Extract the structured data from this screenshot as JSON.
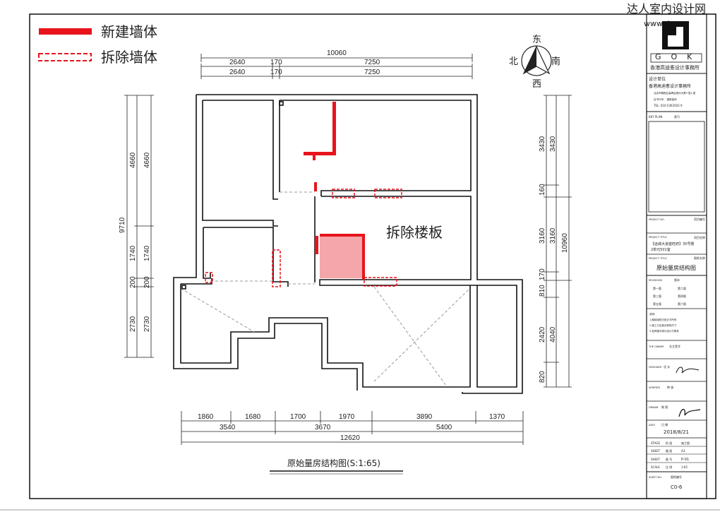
{
  "watermark": {
    "text": "达人室内设计网",
    "url": "www.dr..."
  },
  "legend": {
    "new_wall": "新建墙体",
    "demo_wall": "拆除墙体"
  },
  "compass": {
    "east": "东",
    "west": "西",
    "south": "南",
    "north": "北"
  },
  "annotation": {
    "demo_slab": "拆除楼板"
  },
  "plan_title": "原始量房结构图(S:1:65)",
  "dims": {
    "top_total": "10060",
    "top_row1": [
      "2640",
      "170",
      "7250"
    ],
    "top_row2": [
      "2640",
      "170",
      "7250"
    ],
    "left_total": "9710",
    "left_row": [
      "4660",
      "1740",
      "200",
      "2730"
    ],
    "left_row_b": [
      "4660",
      "1740",
      "200",
      "2730"
    ],
    "right_total": "10960",
    "right_row": [
      "3430",
      "160",
      "3160",
      "170",
      "810",
      "2420",
      "820"
    ],
    "right_row_b": [
      "3430",
      "3160",
      "4040"
    ],
    "bottom_row1": [
      "1860",
      "1680",
      "1700",
      "1970",
      "3890",
      "1370"
    ],
    "bottom_row2": [
      "3540",
      "3670",
      "5400"
    ],
    "bottom_total": "12620"
  },
  "title_block": {
    "logo_letters": "GOK",
    "firm": "香港高迪愙设计事務所",
    "design_unit_label": "设计单位",
    "design_unit": "香港高迪愙设计事務所",
    "address": "北京市朝阳区高碑店爬州大厦9 层A 座",
    "certificate": "证书代号：  建筑装饰",
    "tel": "TEL: 010-5363503 9",
    "key_plan": "KEY PLAN",
    "key_plan_cn": "索引",
    "project_no": "PROJECT NO.",
    "project_no_cn": "项目编号",
    "project_title_label": "PROJECT TITLE",
    "project_title_cn": "项目名称",
    "project_line1": "【远城大道首旺府】35号楼",
    "project_line2": "2单元501室",
    "drawing_title_label": "PROJECT TITLE",
    "drawing_title_cn": "图纸名称",
    "drawing_title": "原始量房结构图",
    "revisions": "REVISIONS",
    "revisions_cn": "版本",
    "rev_rows": [
      [
        "第一版",
        "第二版"
      ],
      [
        "第三版",
        "第四版"
      ],
      [
        "第五版",
        "第六版"
      ]
    ],
    "notes": [
      "说明：",
      "1.图纸版权归设计方所有",
      "2.施工方应核对现场尺寸",
      "3.如有疑问请与设计方联系"
    ],
    "owner_label": "THE OWNER",
    "owner_cn": "业主签字",
    "designer_label": "DESIGNER",
    "designer_cn": "设 计",
    "verified_label": "VERIFIED",
    "verified_cn": "审 核",
    "drawn_label": "DRAWN",
    "drawn_cn": "制 图",
    "date_label": "DATE",
    "date_cn": "日 期",
    "date": "2018/8/21",
    "stage_label": "STAGE",
    "stage_cn": "阶 段",
    "stage": "施工图",
    "sheet_label": "SHEET",
    "sheet_cn": "幅 面",
    "sheet": "A3",
    "sheet_no_label": "SHEET",
    "sheet_no_cn": "图 号",
    "sheet_no": "P-01",
    "scale_label": "SCALE",
    "scale_cn": "比 例",
    "scale": "1:65",
    "sheet_num_label": "SHEET NO.",
    "sheet_num_cn": "图纸编号",
    "sheet_num": "C0-6"
  },
  "colors": {
    "red": "#e8141c",
    "slab": "#f4a6aa",
    "wall": "#111111"
  }
}
